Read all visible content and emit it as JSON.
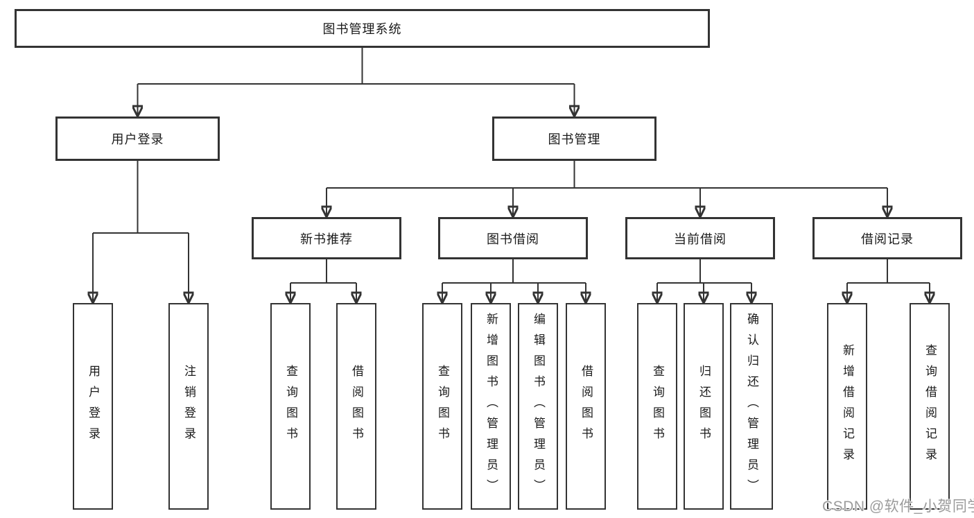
{
  "diagram": {
    "type": "tree",
    "title": "图书管理系统",
    "watermark": "CSDN @软件_小贺同学",
    "colors": {
      "line": "#333333",
      "box_border": "#333333",
      "box_background": "#ffffff",
      "text": "#1a1a1a",
      "watermark_text": "#9b9b9b",
      "background": "#ffffff"
    },
    "nodes": {
      "root": {
        "label": "图书管理系统"
      },
      "user_login": {
        "label": "用户登录"
      },
      "book_mgmt": {
        "label": "图书管理"
      },
      "new_book": {
        "label": "新书推荐"
      },
      "book_borrow": {
        "label": "图书借阅"
      },
      "current_borrow": {
        "label": "当前借阅"
      },
      "borrow_record": {
        "label": "借阅记录"
      },
      "ul_login": {
        "label": "用户登录"
      },
      "ul_logout": {
        "label": "注销登录"
      },
      "nb_query": {
        "label": "查询图书"
      },
      "nb_borrow": {
        "label": "借阅图书"
      },
      "bb_query": {
        "label": "查询图书"
      },
      "bb_add": {
        "label": "新增图书（管理员）"
      },
      "bb_edit": {
        "label": "编辑图书（管理员）"
      },
      "bb_borrow": {
        "label": "借阅图书"
      },
      "cb_query": {
        "label": "查询图书"
      },
      "cb_return": {
        "label": "归还图书"
      },
      "cb_confirm": {
        "label": "确认归还（管理员）"
      },
      "br_add": {
        "label": "新增借阅记录"
      },
      "br_query": {
        "label": "查询借阅记录"
      }
    },
    "edges": [
      [
        "root",
        "user_login"
      ],
      [
        "root",
        "book_mgmt"
      ],
      [
        "user_login",
        "ul_login"
      ],
      [
        "user_login",
        "ul_logout"
      ],
      [
        "book_mgmt",
        "new_book"
      ],
      [
        "book_mgmt",
        "book_borrow"
      ],
      [
        "book_mgmt",
        "current_borrow"
      ],
      [
        "book_mgmt",
        "borrow_record"
      ],
      [
        "new_book",
        "nb_query"
      ],
      [
        "new_book",
        "nb_borrow"
      ],
      [
        "book_borrow",
        "bb_query"
      ],
      [
        "book_borrow",
        "bb_add"
      ],
      [
        "book_borrow",
        "bb_edit"
      ],
      [
        "book_borrow",
        "bb_borrow"
      ],
      [
        "current_borrow",
        "cb_query"
      ],
      [
        "current_borrow",
        "cb_return"
      ],
      [
        "current_borrow",
        "cb_confirm"
      ],
      [
        "borrow_record",
        "br_add"
      ],
      [
        "borrow_record",
        "br_query"
      ]
    ]
  }
}
